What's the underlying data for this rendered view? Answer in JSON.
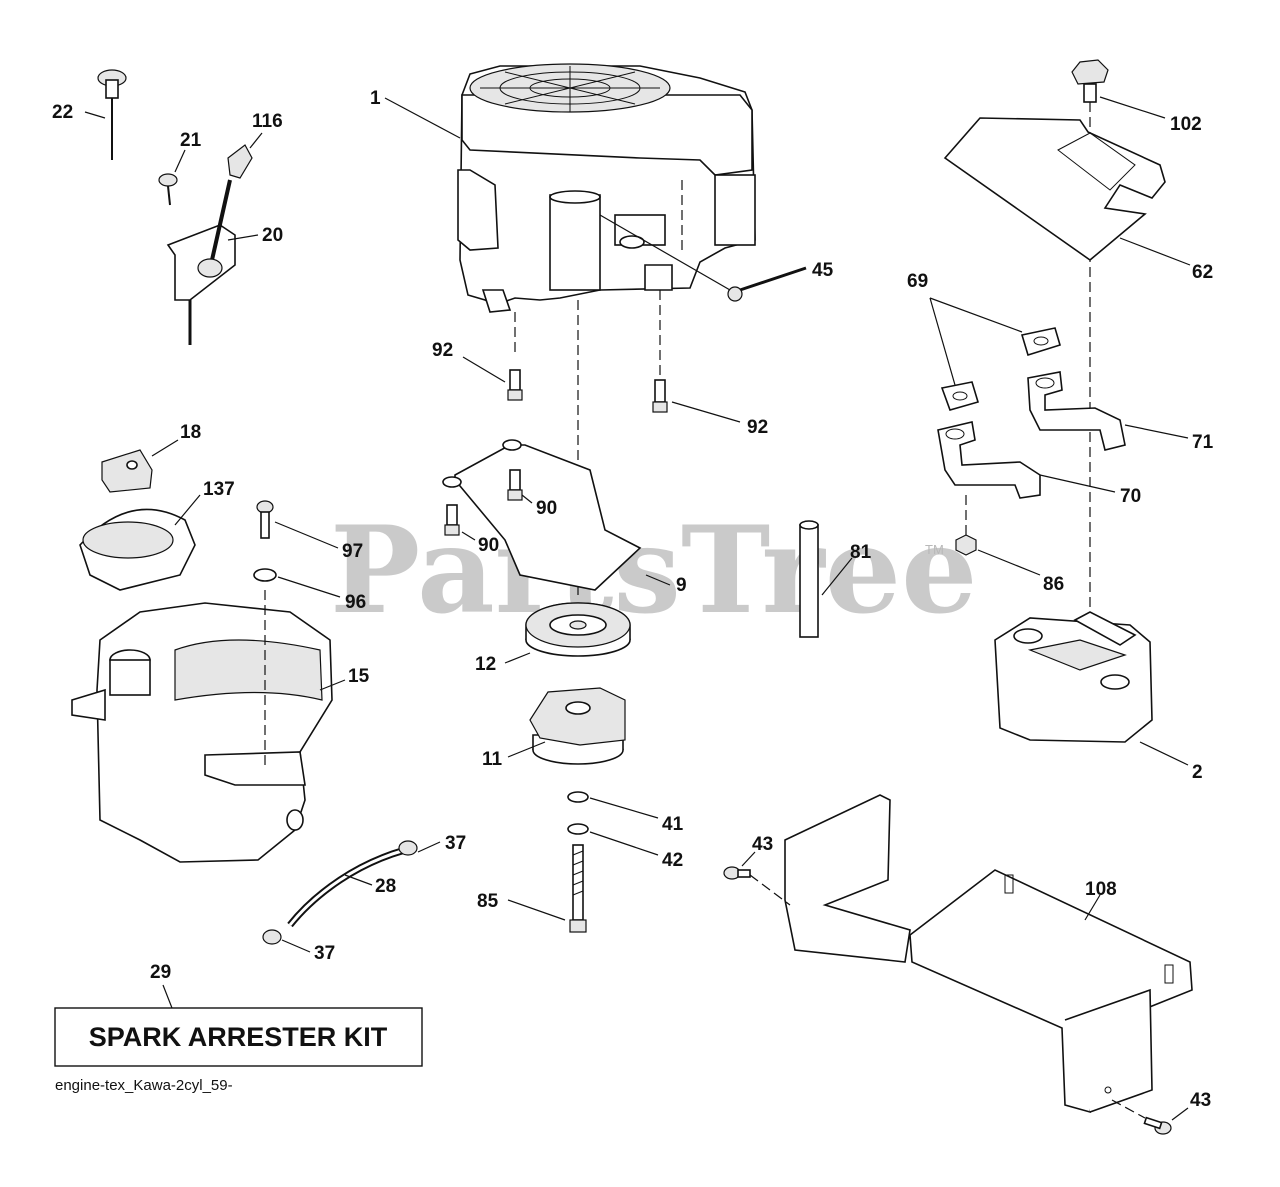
{
  "watermark": {
    "text": "PartsTree",
    "tm": "TM"
  },
  "kit_label": "SPARK ARRESTER KIT",
  "diagram_code": "engine-tex_Kawa-2cyl_59-",
  "callouts": {
    "c1": "1",
    "c2": "2",
    "c9": "9",
    "c11": "11",
    "c12": "12",
    "c15": "15",
    "c18": "18",
    "c20": "20",
    "c21": "21",
    "c22": "22",
    "c28": "28",
    "c29": "29",
    "c37a": "37",
    "c37b": "37",
    "c41": "41",
    "c42": "42",
    "c43a": "43",
    "c43b": "43",
    "c45": "45",
    "c62": "62",
    "c69": "69",
    "c70": "70",
    "c71": "71",
    "c81": "81",
    "c85": "85",
    "c86": "86",
    "c90a": "90",
    "c90b": "90",
    "c92a": "92",
    "c92b": "92",
    "c96": "96",
    "c97": "97",
    "c102": "102",
    "c108": "108",
    "c116": "116",
    "c137": "137"
  }
}
